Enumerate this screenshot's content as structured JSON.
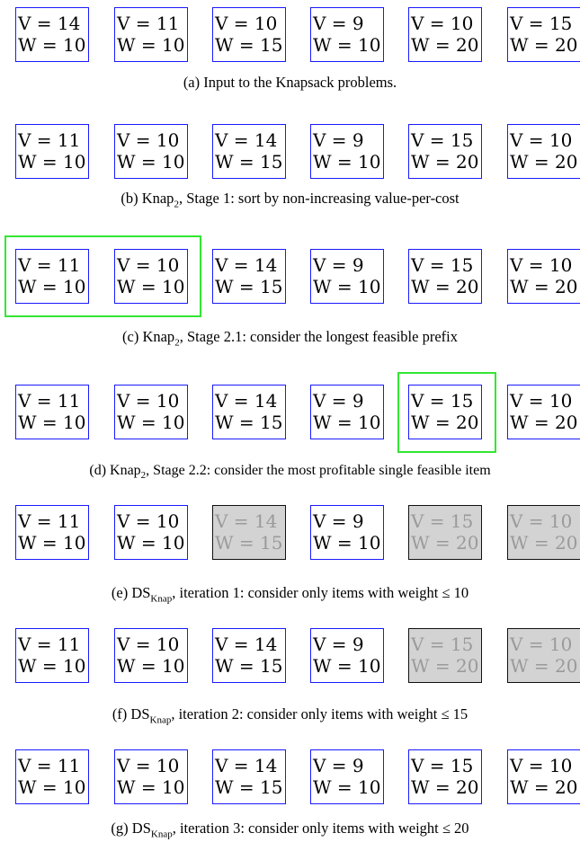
{
  "panels": [
    {
      "caption_prefix": "(a) Input to the Knapsack problems.",
      "subscript": "",
      "caption_suffix": "",
      "items": [
        {
          "v": "V = 14",
          "w": "W = 10"
        },
        {
          "v": "V = 11",
          "w": "W = 10"
        },
        {
          "v": "V = 10",
          "w": "W = 15"
        },
        {
          "v": "V = 9",
          "w": "W = 10"
        },
        {
          "v": "V = 10",
          "w": "W = 20"
        },
        {
          "v": "V = 15",
          "w": "W = 20"
        }
      ]
    },
    {
      "caption_prefix": "(b) Knap",
      "subscript": "2",
      "caption_suffix": ", Stage 1: sort by non-increasing value-per-cost",
      "items": [
        {
          "v": "V = 11",
          "w": "W = 10"
        },
        {
          "v": "V = 10",
          "w": "W = 10"
        },
        {
          "v": "V = 14",
          "w": "W = 15"
        },
        {
          "v": "V = 9",
          "w": "W = 10"
        },
        {
          "v": "V = 15",
          "w": "W = 20"
        },
        {
          "v": "V = 10",
          "w": "W = 20"
        }
      ]
    },
    {
      "caption_prefix": "(c) Knap",
      "subscript": "2",
      "caption_suffix": ", Stage 2.1: consider the longest feasible prefix",
      "items": [
        {
          "v": "V = 11",
          "w": "W = 10"
        },
        {
          "v": "V = 10",
          "w": "W = 10"
        },
        {
          "v": "V = 14",
          "w": "W = 15"
        },
        {
          "v": "V = 9",
          "w": "W = 10"
        },
        {
          "v": "V = 15",
          "w": "W = 20"
        },
        {
          "v": "V = 10",
          "w": "W = 20"
        }
      ]
    },
    {
      "caption_prefix": "(d) Knap",
      "subscript": "2",
      "caption_suffix": ", Stage 2.2: consider the most profitable single feasible item",
      "items": [
        {
          "v": "V = 11",
          "w": "W = 10"
        },
        {
          "v": "V = 10",
          "w": "W = 10"
        },
        {
          "v": "V = 14",
          "w": "W = 15"
        },
        {
          "v": "V = 9",
          "w": "W = 10"
        },
        {
          "v": "V = 15",
          "w": "W = 20"
        },
        {
          "v": "V = 10",
          "w": "W = 20"
        }
      ]
    },
    {
      "caption_prefix": "(e) DS",
      "subscript": "Knap",
      "caption_suffix": ", iteration 1: consider only items with weight ≤ 10",
      "items": [
        {
          "v": "V = 11",
          "w": "W = 10"
        },
        {
          "v": "V = 10",
          "w": "W = 10"
        },
        {
          "v": "V = 14",
          "w": "W = 15"
        },
        {
          "v": "V = 9",
          "w": "W = 10"
        },
        {
          "v": "V = 15",
          "w": "W = 20"
        },
        {
          "v": "V = 10",
          "w": "W = 20"
        }
      ]
    },
    {
      "caption_prefix": "(f) DS",
      "subscript": "Knap",
      "caption_suffix": ", iteration 2: consider only items with weight ≤ 15",
      "items": [
        {
          "v": "V = 11",
          "w": "W = 10"
        },
        {
          "v": "V = 10",
          "w": "W = 10"
        },
        {
          "v": "V = 14",
          "w": "W = 15"
        },
        {
          "v": "V = 9",
          "w": "W = 10"
        },
        {
          "v": "V = 15",
          "w": "W = 20"
        },
        {
          "v": "V = 10",
          "w": "W = 20"
        }
      ]
    },
    {
      "caption_prefix": "(g) DS",
      "subscript": "Knap",
      "caption_suffix": ", iteration 3: consider only items with weight ≤ 20",
      "items": [
        {
          "v": "V = 11",
          "w": "W = 10"
        },
        {
          "v": "V = 10",
          "w": "W = 10"
        },
        {
          "v": "V = 14",
          "w": "W = 15"
        },
        {
          "v": "V = 9",
          "w": "W = 10"
        },
        {
          "v": "V = 15",
          "w": "W = 20"
        },
        {
          "v": "V = 10",
          "w": "W = 20"
        }
      ]
    }
  ],
  "colors": {
    "item_border": "#1a1aff",
    "highlight": "#33e633",
    "excluded_fill": "#d3d3d3"
  }
}
